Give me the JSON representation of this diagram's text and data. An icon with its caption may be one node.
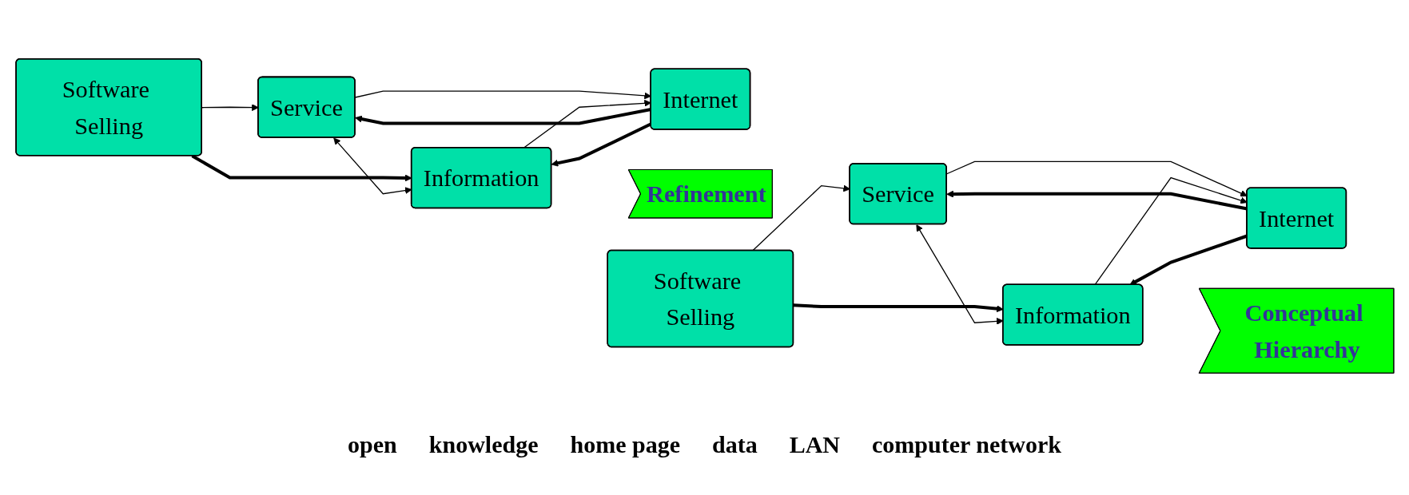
{
  "diagram": {
    "nodes": [
      {
        "text": [
          "Software Selling"
        ]
      },
      {
        "text": [
          "Service"
        ]
      },
      {
        "text": [
          "Information"
        ]
      },
      {
        "text": [
          "Internet"
        ]
      },
      {
        "text": [
          "Refinement"
        ]
      },
      {
        "text": [
          "Software Selling"
        ]
      },
      {
        "text": [
          "Service"
        ]
      },
      {
        "text": [
          "Information"
        ]
      },
      {
        "text": [
          "Internet"
        ]
      },
      {
        "text": [
          "Conceptual Hierarchy"
        ]
      }
    ],
    "edges": [
      {
        "from": 0,
        "to": 1,
        "arrow": "to"
      },
      {
        "from": 0,
        "to": 2,
        "arrow": "to",
        "style": "thick"
      },
      {
        "from": 1,
        "to": 2,
        "arrow": "both"
      },
      {
        "from": 3,
        "to": 1,
        "arrow": "to",
        "style": "thick"
      },
      {
        "from": 1,
        "to": 3,
        "arrow": "to"
      },
      {
        "from": 2,
        "to": 3,
        "arrow": "to"
      },
      {
        "from": 3,
        "to": 2,
        "arrow": "to",
        "style": "thick"
      },
      {
        "from": 5,
        "to": 6,
        "arrow": "to"
      },
      {
        "from": 5,
        "to": 7,
        "arrow": "to",
        "style": "thick"
      },
      {
        "from": 6,
        "to": 7,
        "arrow": "both"
      },
      {
        "from": 8,
        "to": 6,
        "arrow": "to",
        "style": "thick"
      },
      {
        "from": 6,
        "to": 8,
        "arrow": "to"
      },
      {
        "from": 7,
        "to": 8,
        "arrow": "to"
      },
      {
        "from": 8,
        "to": 7,
        "arrow": "to",
        "style": "thick"
      }
    ],
    "labels": [
      "open",
      "knowledge",
      "home page",
      "data",
      "LAN",
      "computer network"
    ]
  }
}
